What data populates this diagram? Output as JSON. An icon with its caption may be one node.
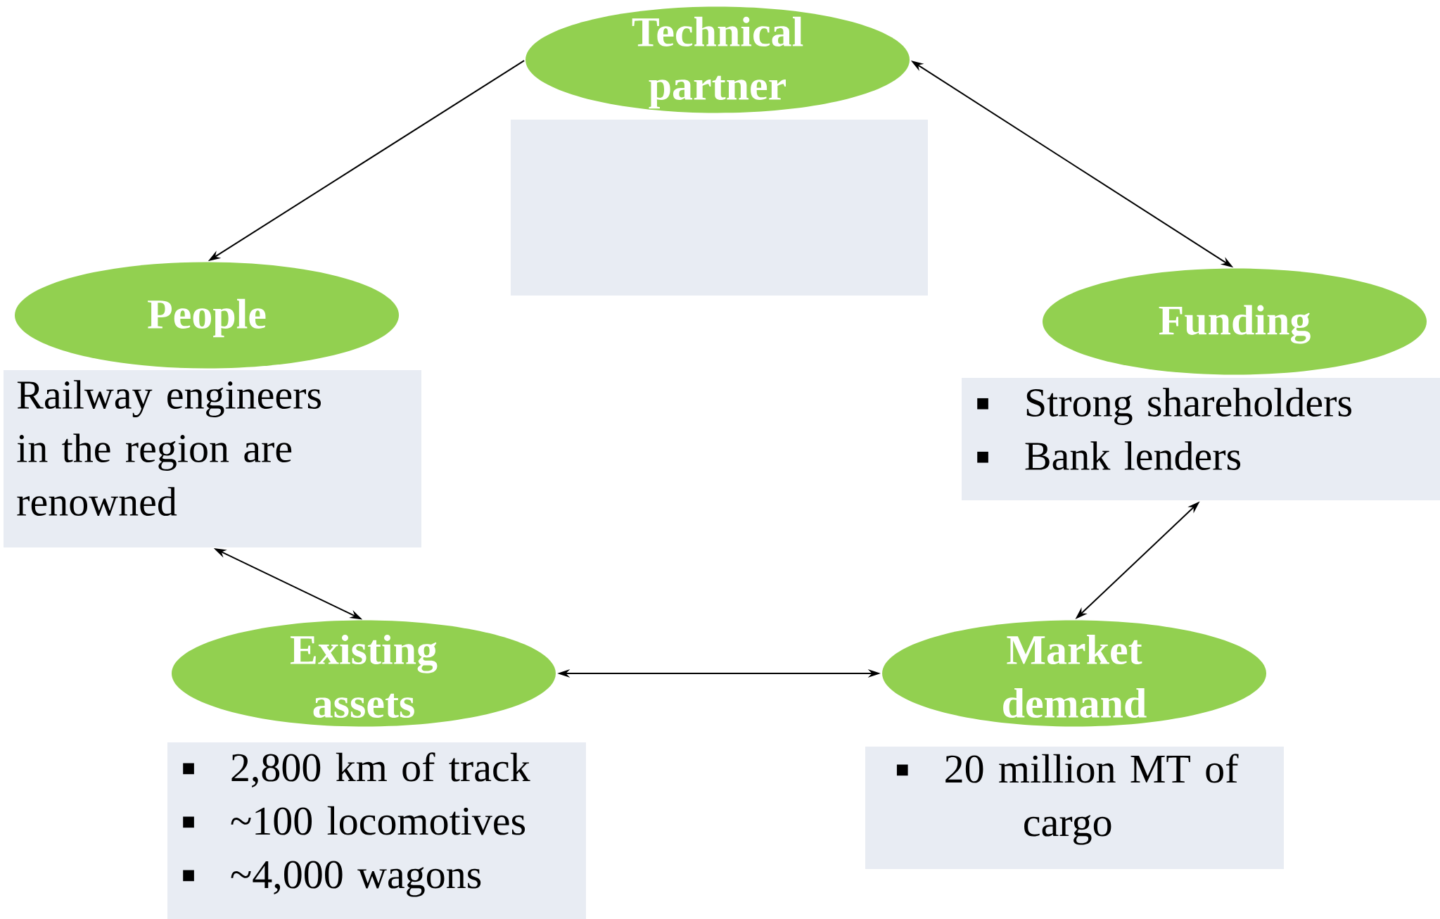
{
  "diagram": {
    "nodes": [
      {
        "text": [
          "Technical partner"
        ]
      },
      {
        "text": [],
        "shape": "box"
      },
      {
        "text": [
          "People"
        ]
      },
      {
        "text": [
          "Railway engineers in the region are renowned"
        ]
      },
      {
        "text": [
          "Funding"
        ]
      },
      {
        "text": [
          "Strong shareholders",
          "Bank lenders"
        ]
      },
      {
        "text": [
          "Existing assets"
        ]
      },
      {
        "text": [
          "2,800 km of track",
          "~100 locomotives",
          "~4,000 wagons"
        ]
      },
      {
        "text": [
          "Market demand"
        ]
      },
      {
        "text": [
          "20 million MT of cargo"
        ]
      }
    ],
    "edges": [
      {
        "from": 0,
        "to": 2,
        "arrow": "to"
      },
      {
        "from": 0,
        "to": 4,
        "arrow": "both"
      },
      {
        "from": 3,
        "to": 6,
        "arrow": "both"
      },
      {
        "from": 6,
        "to": 8,
        "arrow": "both"
      },
      {
        "from": 5,
        "to": 8,
        "arrow": "both"
      }
    ]
  }
}
